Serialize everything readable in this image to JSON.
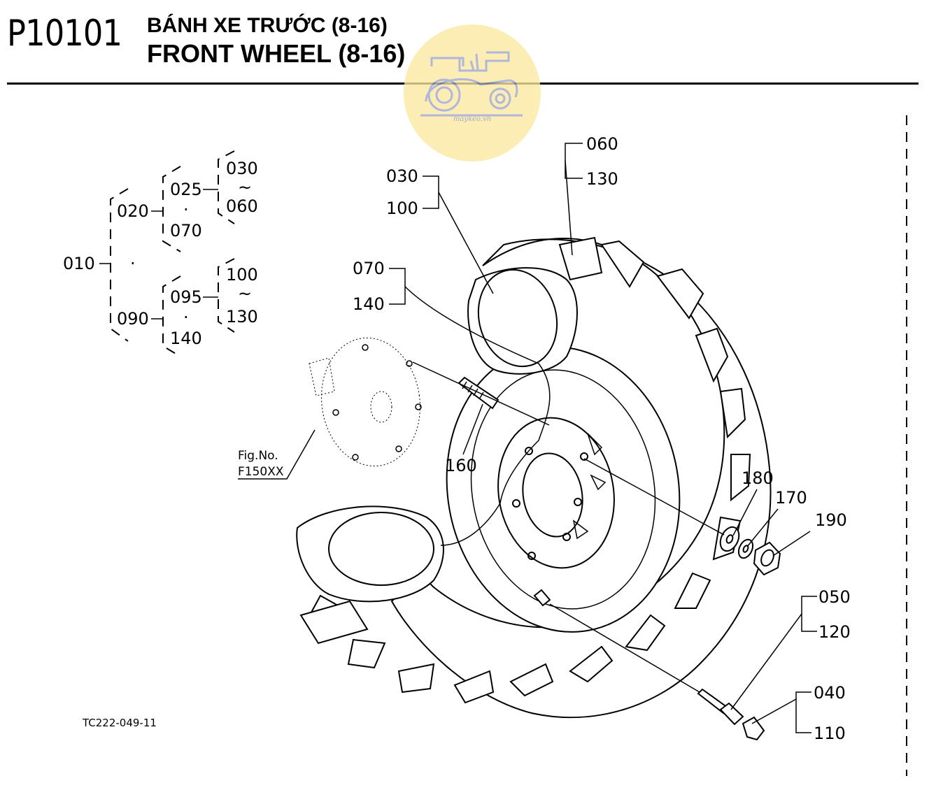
{
  "header": {
    "page_id": "P10101",
    "title_vi": "BÁNH XE TRƯỚC (8-16)",
    "title_en": "FRONT WHEEL (8-16)"
  },
  "watermark": {
    "text": "maykeo.vn",
    "color": "#fbe9a0"
  },
  "tree": {
    "root": "010",
    "branch_a": "020",
    "branch_a_sub": "025",
    "branch_a_alt": "070",
    "range_a_from": "030",
    "range_a_to": "060",
    "branch_b": "090",
    "branch_b_sub": "095",
    "branch_b_alt": "140",
    "range_b_from": "100",
    "range_b_to": "130",
    "dot": "·",
    "tilde": "~"
  },
  "callouts": {
    "c060": "060",
    "c130": "130",
    "c030": "030",
    "c100": "100",
    "c070": "070",
    "c140": "140",
    "c160": "160",
    "c180": "180",
    "c170": "170",
    "c190": "190",
    "c050": "050",
    "c120": "120",
    "c040": "040",
    "c110": "110"
  },
  "fig_ref": {
    "line1": "Fig.No.",
    "line2": "F150XX"
  },
  "figure_code": "TC222-049-11"
}
